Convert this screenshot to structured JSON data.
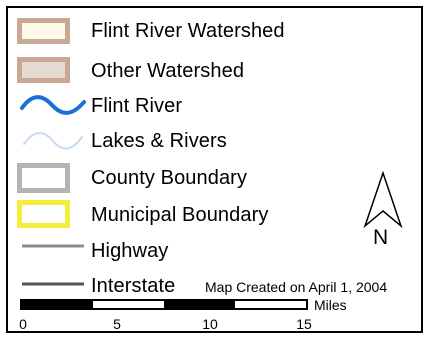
{
  "legend": {
    "items": [
      {
        "label": "Flint River Watershed",
        "icon": "flint-river-watershed-swatch",
        "fill": "#fdfaec",
        "border": "#c9a894"
      },
      {
        "label": "Other Watershed",
        "icon": "other-watershed-swatch",
        "fill": "#e6dbd1",
        "border": "#c9a894"
      },
      {
        "label": "Flint River",
        "icon": "flint-river-line-icon",
        "color": "#1b6fd8"
      },
      {
        "label": "Lakes & Rivers",
        "icon": "lakes-rivers-line-icon",
        "color": "#c6dcf3"
      },
      {
        "label": "County Boundary",
        "icon": "county-boundary-swatch",
        "fill": "#ffffff",
        "border": "#b3b3b3"
      },
      {
        "label": "Municipal Boundary",
        "icon": "municipal-boundary-swatch",
        "fill": "#ffffff",
        "border": "#f5ec3b"
      },
      {
        "label": "Highway",
        "icon": "highway-line-icon",
        "color": "#8c8c8c"
      },
      {
        "label": "Interstate",
        "icon": "interstate-line-icon",
        "color": "#555555"
      }
    ]
  },
  "credit": "Map Created on April 1, 2004",
  "north_arrow": {
    "label": "N",
    "icon": "north-arrow-icon"
  },
  "scale": {
    "unit": "Miles",
    "ticks": [
      "0",
      "5",
      "10",
      "15"
    ],
    "segments": [
      "black",
      "white",
      "black",
      "white"
    ]
  }
}
